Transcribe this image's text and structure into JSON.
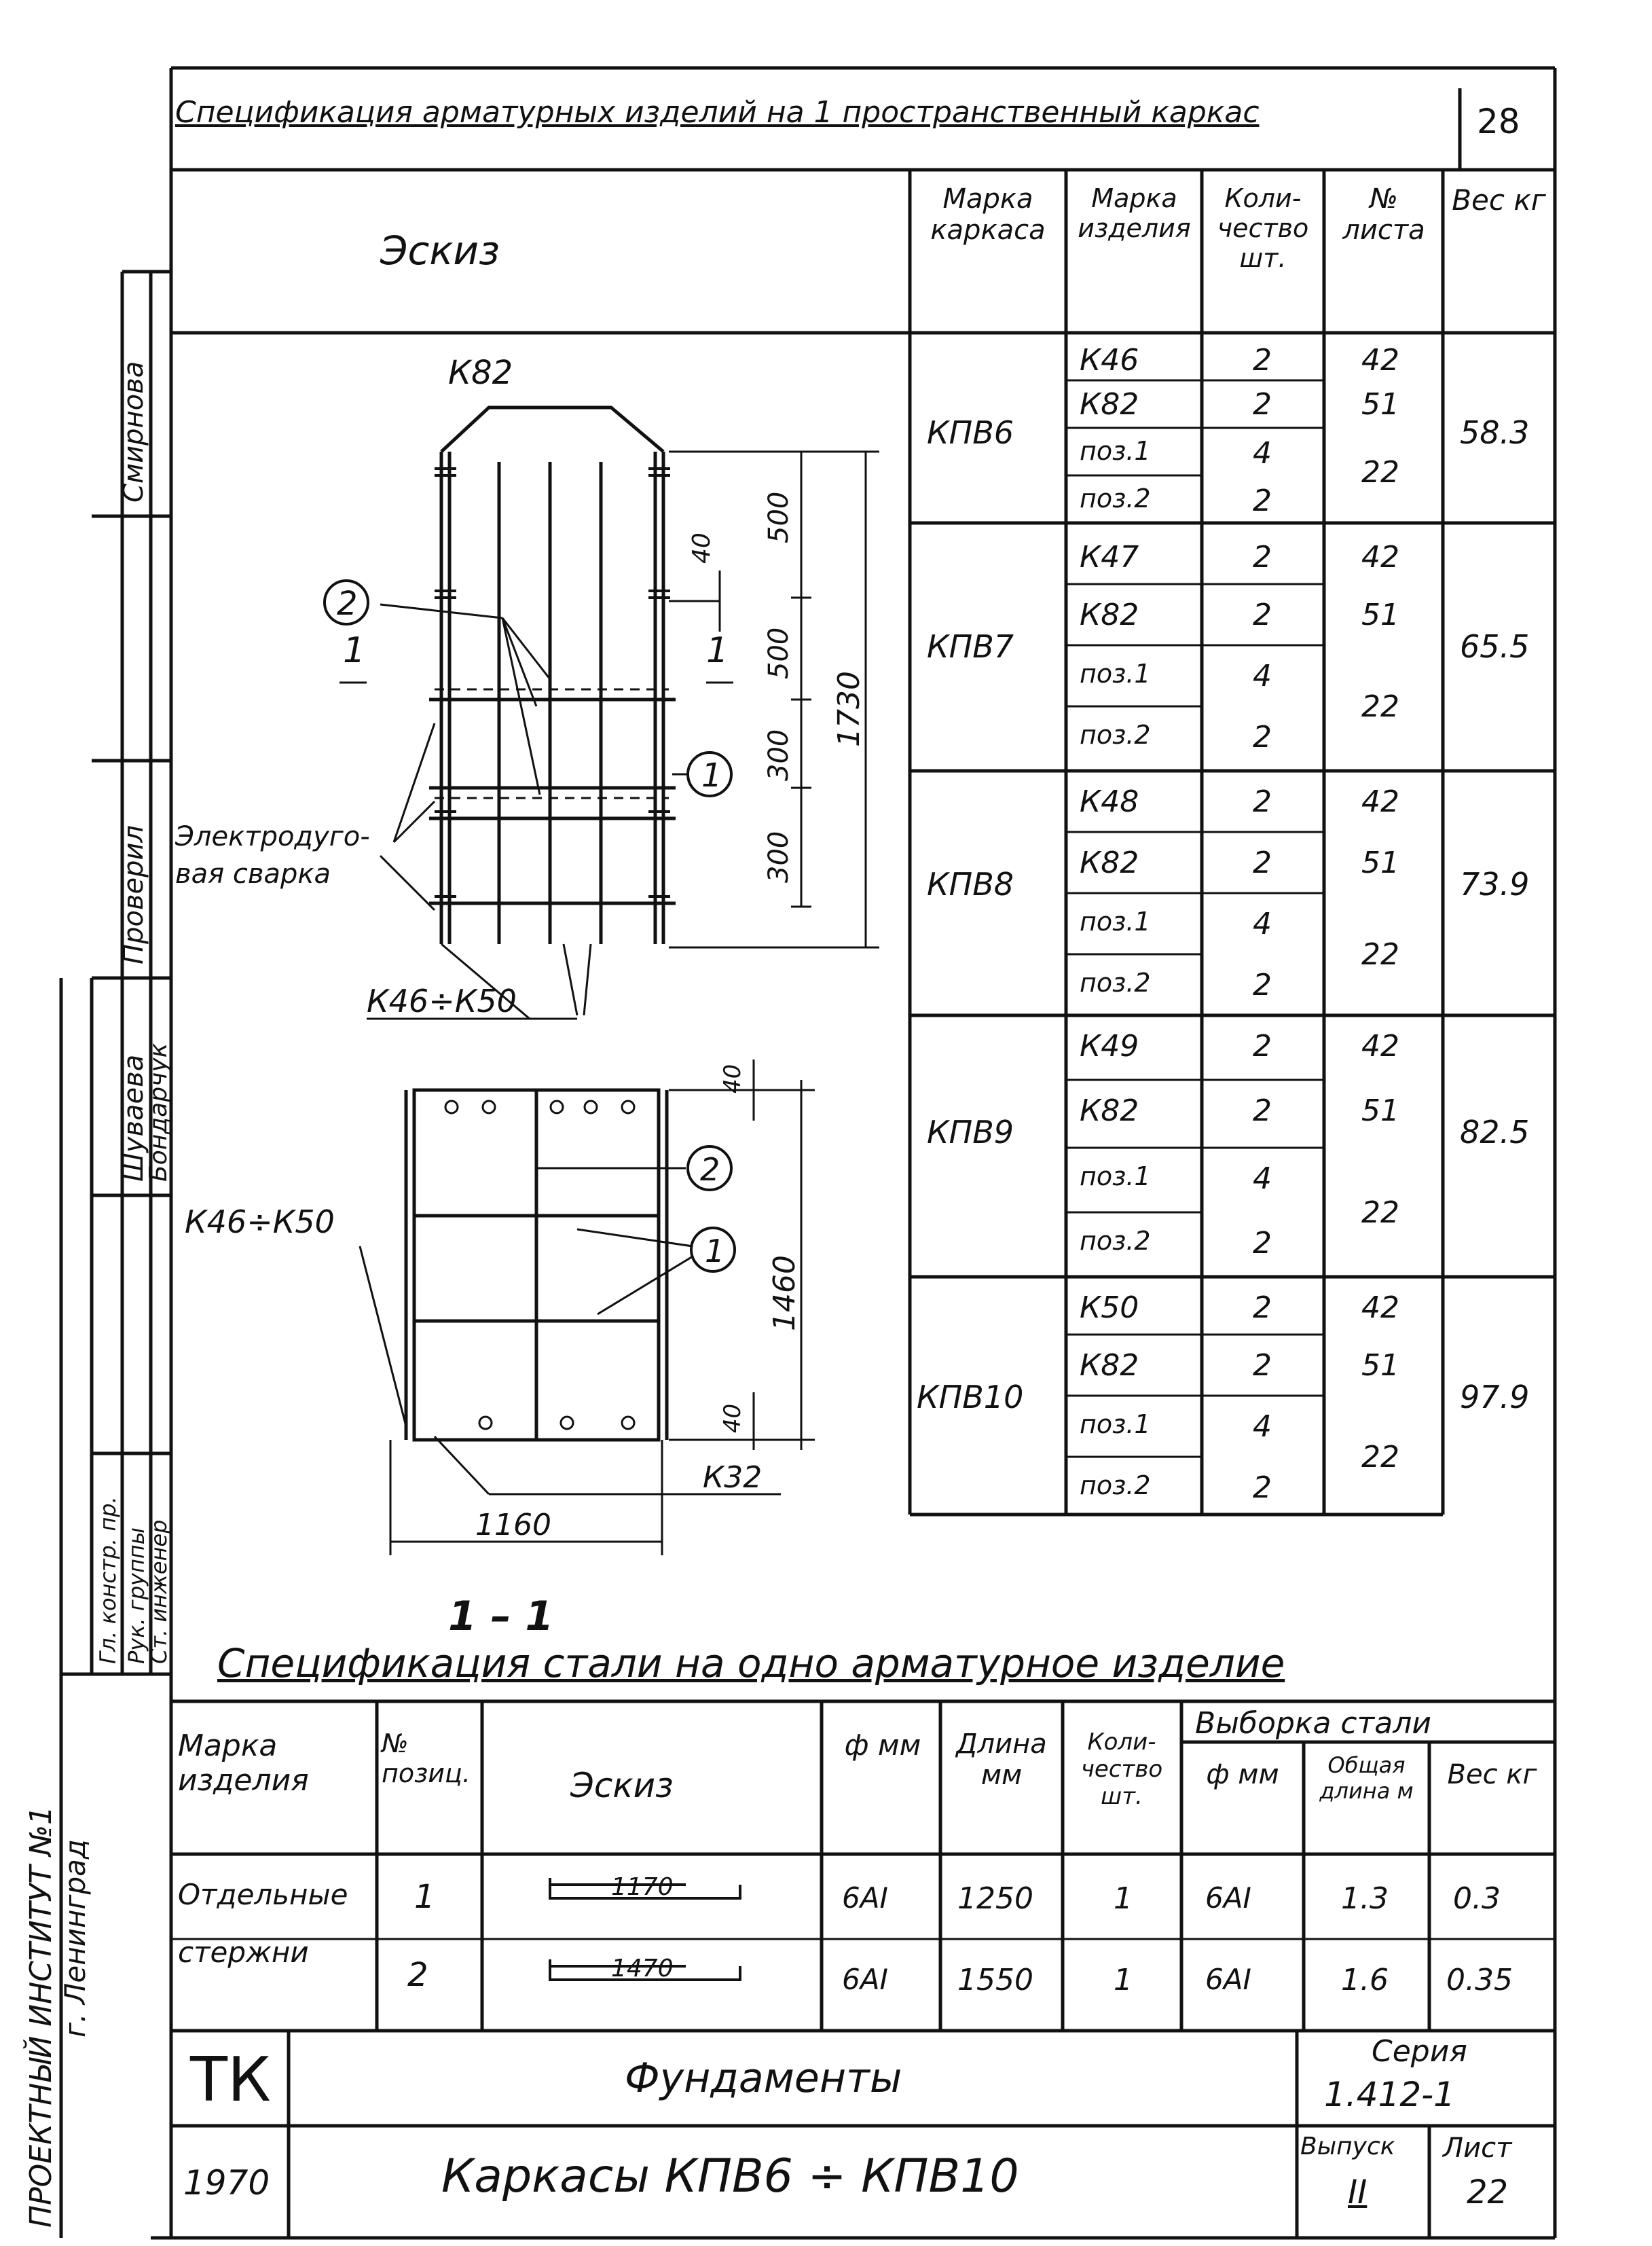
{
  "header": {
    "title": "Спецификация арматурных изделий на 1 пространственный каркас",
    "page_number": "28"
  },
  "top_table": {
    "headers": {
      "sketch": "Эскиз",
      "frame_mark": "Марка каркаса",
      "item_mark": "Марка изделия",
      "quantity": "Коли-чество шт.",
      "sheet_no": "№ листа",
      "weight": "Вес кг"
    },
    "groups": [
      {
        "frame": "КПВ6",
        "weight": "58.3",
        "rows": [
          {
            "item": "К46",
            "qty": "2",
            "sheet": "42"
          },
          {
            "item": "К82",
            "qty": "2",
            "sheet": "51"
          },
          {
            "item": "поз.1",
            "qty": "4",
            "sheet": "22"
          },
          {
            "item": "поз.2",
            "qty": "2",
            "sheet": ""
          }
        ]
      },
      {
        "frame": "КПВ7",
        "weight": "65.5",
        "rows": [
          {
            "item": "К47",
            "qty": "2",
            "sheet": "42"
          },
          {
            "item": "К82",
            "qty": "2",
            "sheet": "51"
          },
          {
            "item": "поз.1",
            "qty": "4",
            "sheet": "22"
          },
          {
            "item": "поз.2",
            "qty": "2",
            "sheet": ""
          }
        ]
      },
      {
        "frame": "КПВ8",
        "weight": "73.9",
        "rows": [
          {
            "item": "К48",
            "qty": "2",
            "sheet": "42"
          },
          {
            "item": "К82",
            "qty": "2",
            "sheet": "51"
          },
          {
            "item": "поз.1",
            "qty": "4",
            "sheet": "22"
          },
          {
            "item": "поз.2",
            "qty": "2",
            "sheet": ""
          }
        ]
      },
      {
        "frame": "КПВ9",
        "weight": "82.5",
        "rows": [
          {
            "item": "К49",
            "qty": "2",
            "sheet": "42"
          },
          {
            "item": "К82",
            "qty": "2",
            "sheet": "51"
          },
          {
            "item": "поз.1",
            "qty": "4",
            "sheet": "22"
          },
          {
            "item": "поз.2",
            "qty": "2",
            "sheet": ""
          }
        ]
      },
      {
        "frame": "КПВ10",
        "weight": "97.9",
        "rows": [
          {
            "item": "К50",
            "qty": "2",
            "sheet": "42"
          },
          {
            "item": "К82",
            "qty": "2",
            "sheet": "51"
          },
          {
            "item": "поз.1",
            "qty": "4",
            "sheet": "22"
          },
          {
            "item": "поз.2",
            "qty": "2",
            "sheet": ""
          }
        ]
      }
    ]
  },
  "drawing": {
    "label_k82": "К82",
    "label_range_top": "К46÷К50",
    "label_range_bottom": "К46÷К50",
    "label_k32": "К32",
    "welding_line1": "Электродуго-",
    "welding_line2": "вая сварка",
    "callout_1": "1",
    "callout_2": "2",
    "section_mark": "1",
    "section_title": "1 – 1",
    "dims": {
      "d500a": "500",
      "d500b": "500",
      "d300a": "300",
      "d300b": "300",
      "d40a": "40",
      "d1730": "1730",
      "d40b": "40",
      "d40c": "40",
      "d1460": "1460",
      "d1160": "1160"
    }
  },
  "steel_spec": {
    "title": "Спецификация стали на одно арматурное изделие",
    "headers": {
      "item_mark": "Марка изделия",
      "position_no": "№ позиц.",
      "sketch": "Эскиз",
      "diameter": "ф мм",
      "length": "Длина мм",
      "quantity": "Коли-чество шт.",
      "selection": "Выборка стали",
      "sel_diameter": "ф мм",
      "total_length": "Общая длина м",
      "weight": "Вес кг"
    },
    "item_label_line1": "Отдельные",
    "item_label_line2": "стержни",
    "rows": [
      {
        "pos": "1",
        "sketch_dim": "1170",
        "diameter": "6AI",
        "length": "1250",
        "qty": "1",
        "sel_diameter": "6AI",
        "total_length": "1.3",
        "weight": "0.3"
      },
      {
        "pos": "2",
        "sketch_dim": "1470",
        "diameter": "6AI",
        "length": "1550",
        "qty": "1",
        "sel_diameter": "6AI",
        "total_length": "1.6",
        "weight": "0.35"
      }
    ]
  },
  "title_block": {
    "code": "ТК",
    "subject": "Фундаменты",
    "series_label": "Серия",
    "series": "1.412-1",
    "year": "1970",
    "item_title": "Каркасы КПВ6 ÷ КПВ10",
    "issue_label": "Выпуск",
    "issue": "II",
    "sheet_label": "Лист",
    "sheet": "22"
  },
  "sidebar": {
    "institute": "ПРОЕКТНЫЙ ИНСТИТУТ №1",
    "city": "г. Ленинград",
    "roles": [
      {
        "role": "Гл. констр. пр.",
        "name": "Смирнова"
      },
      {
        "role": "Рук. группы",
        "name": "Шуваева"
      },
      {
        "role": "Ст. инженер",
        "name": "Бондарчук"
      }
    ],
    "checked": "Проверил"
  },
  "colors": {
    "ink": "#111111",
    "paper": "#ffffff"
  }
}
